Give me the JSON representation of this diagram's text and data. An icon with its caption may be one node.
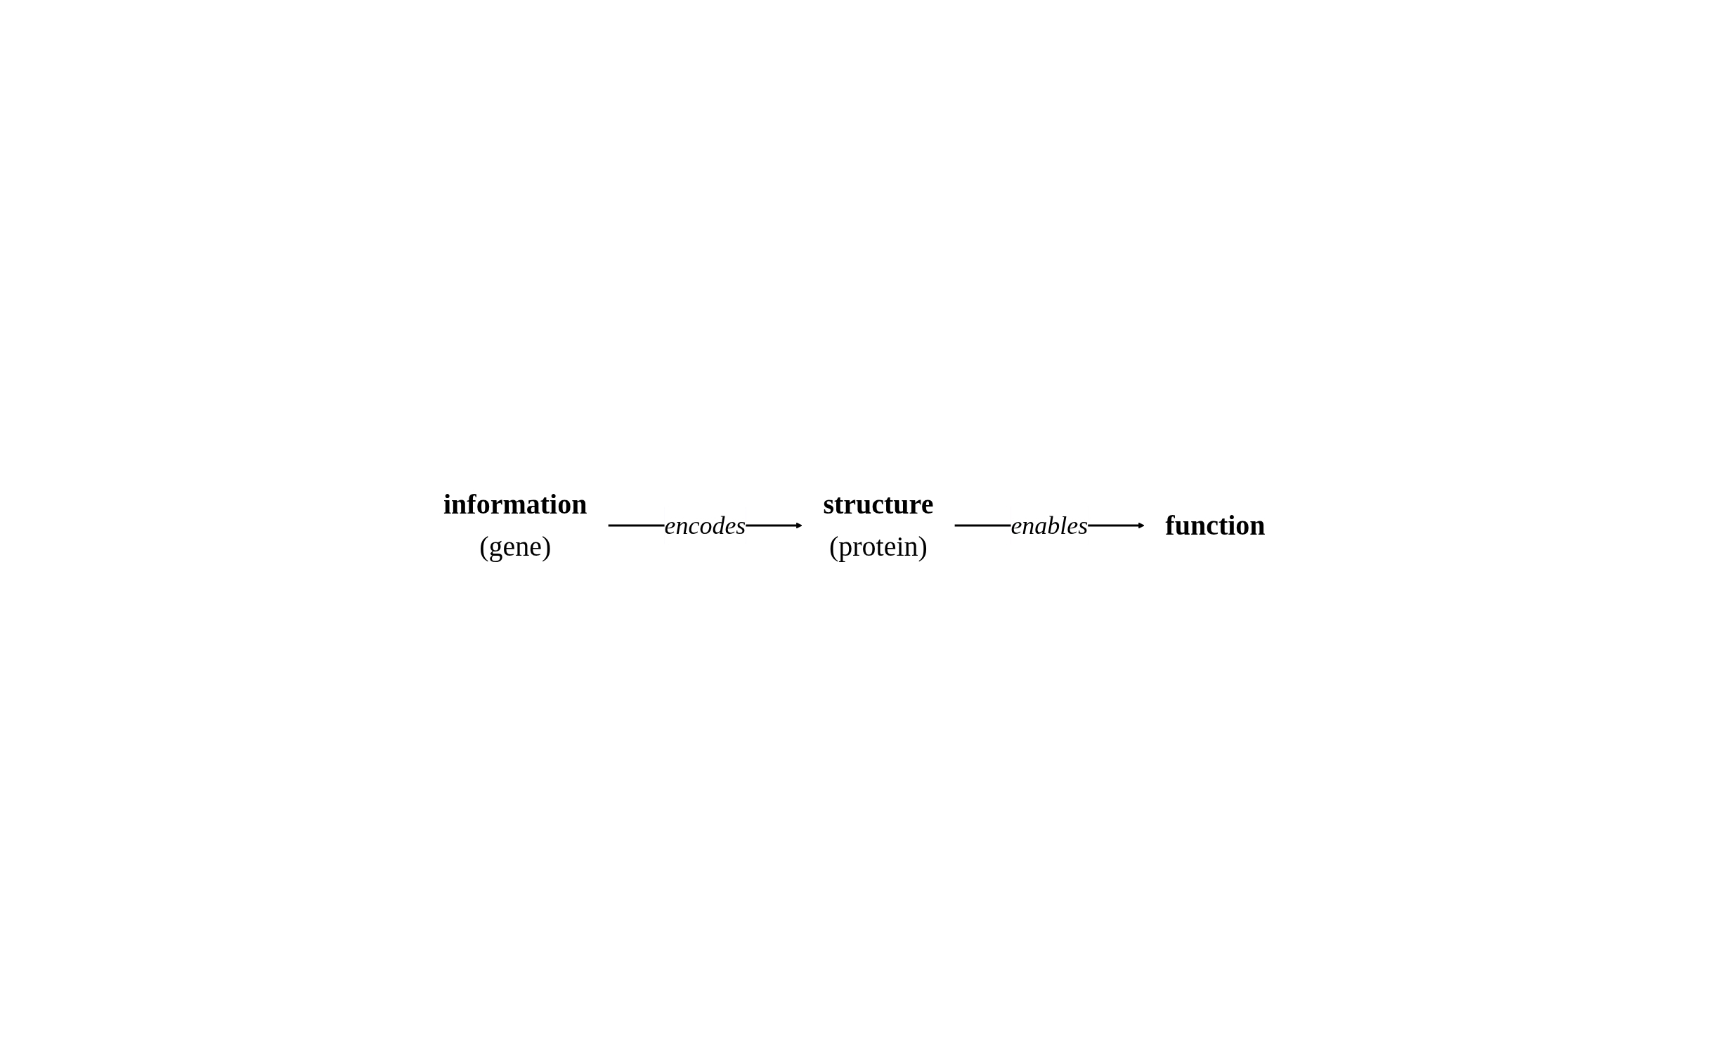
{
  "diagram": {
    "nodes": [
      {
        "text": [
          "information",
          "(gene)"
        ]
      },
      {
        "text": [
          "structure",
          "(protein)"
        ]
      },
      {
        "text": [
          "function"
        ]
      }
    ],
    "edges": [
      {
        "from": 0,
        "to": 1,
        "arrow": "to",
        "label": "encodes"
      },
      {
        "from": 1,
        "to": 2,
        "arrow": "to",
        "label": "enables"
      }
    ]
  }
}
